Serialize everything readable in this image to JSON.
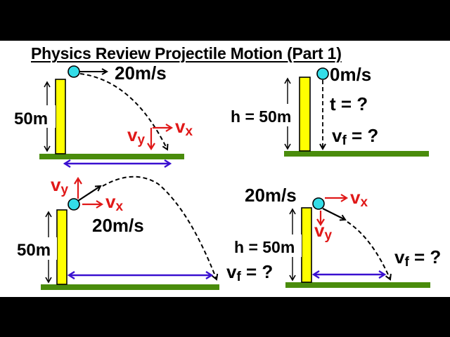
{
  "title": "Physics Review Projectile Motion (Part 1)",
  "colors": {
    "background": "#ffffff",
    "letterbox": "#000000",
    "ball": "#33dde8",
    "pillar": "#ffff00",
    "ground": "#4a8c0c",
    "range_arrow": "#3a10d0",
    "component_vector": "#e01818",
    "text": "#000000"
  },
  "panels": [
    {
      "id": "horizontal-launch",
      "speed_label": "20m/s",
      "height_label": "50m",
      "vx_label": "v",
      "vx_sub": "x",
      "vy_label": "v",
      "vy_sub": "y"
    },
    {
      "id": "free-fall",
      "speed_label": "0m/s",
      "height_label": "h = 50m",
      "time_label": "t = ?",
      "vf_label": "v",
      "vf_sub": "f",
      "vf_tail": " = ?"
    },
    {
      "id": "upward-angle-launch",
      "speed_label": "20m/s",
      "height_label": "50m",
      "vx_label": "v",
      "vx_sub": "x",
      "vy_label": "v",
      "vy_sub": "y",
      "vf_label": "v",
      "vf_sub": "f",
      "vf_tail": " = ?"
    },
    {
      "id": "downward-angle-launch",
      "speed_label": "20m/s",
      "height_label": "h = 50m",
      "vx_label": "v",
      "vx_sub": "x",
      "vy_label": "v",
      "vy_sub": "y",
      "vf_label": "v",
      "vf_sub": "f",
      "vf_tail": " = ?"
    }
  ]
}
